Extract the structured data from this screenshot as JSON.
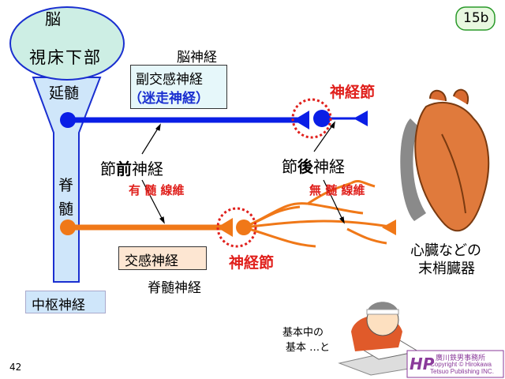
{
  "slide": {
    "badge": "15b",
    "page_number": "42"
  },
  "cns": {
    "brain": "脳",
    "hypothalamus": "視床下部",
    "medulla": "延髄",
    "spinal_cord_1": "脊",
    "spinal_cord_2": "髄",
    "label": "中枢神経"
  },
  "parasympathetic": {
    "cranial_nerve": "脳神経",
    "name": "副交感神経",
    "vagus": "（迷走神経）",
    "ganglion": "神経節"
  },
  "sympathetic": {
    "name": "交感神経",
    "spinal_nerve": "脊髄神経",
    "ganglion": "神経節"
  },
  "fibers": {
    "pre_prefix": "節",
    "pre_bold": "前",
    "pre_suffix": "神経",
    "pre_type": "有 髄 線維",
    "post_prefix": "節",
    "post_bold": "後",
    "post_suffix": "神経",
    "post_type": "無 髄 線維"
  },
  "organ": {
    "line1": "心臓などの",
    "line2": "末梢臓器"
  },
  "caption": {
    "line1": "基本中の",
    "line2": "基本 …と"
  },
  "logo": {
    "mark": "HP",
    "name": "廣川鉄男事務所",
    "copyright": "Copyright © Hirokawa Tetsuo Publishing INC."
  },
  "colors": {
    "blue": "#0a1ee6",
    "orange": "#f07818",
    "red": "#e0201c",
    "cns_fill": "#cfe6fa",
    "brain_fill": "#cdeee4"
  }
}
